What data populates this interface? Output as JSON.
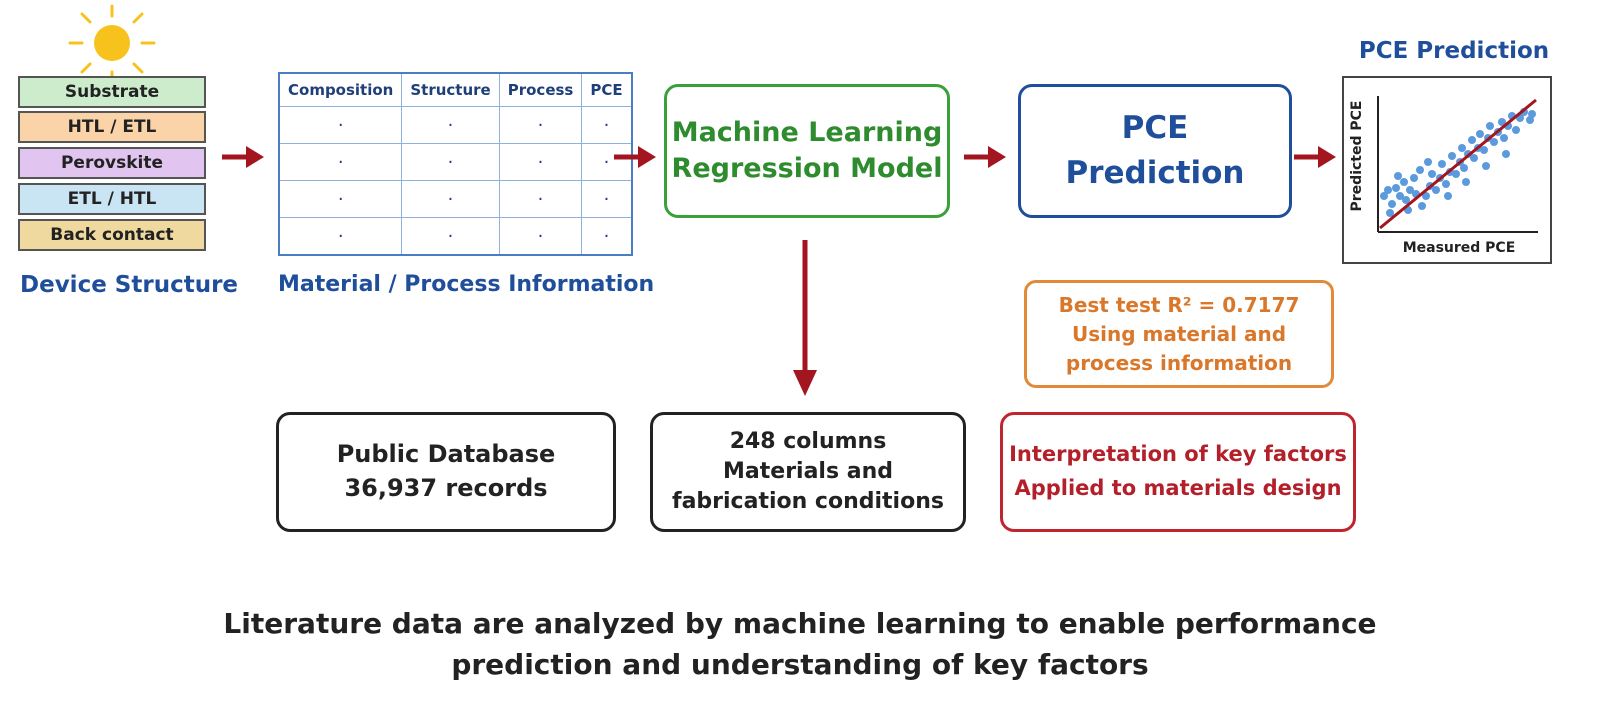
{
  "device": {
    "layers": [
      {
        "label": "Substrate",
        "color": "#cdeccc"
      },
      {
        "label": "HTL / ETL",
        "color": "#fbd3a9"
      },
      {
        "label": "Perovskite",
        "color": "#e1c4ef"
      },
      {
        "label": "ETL / HTL",
        "color": "#c9e4f3"
      },
      {
        "label": "Back contact",
        "color": "#efd99f"
      }
    ],
    "caption": "Device Structure"
  },
  "table": {
    "headers": [
      "Composition",
      "Structure",
      "Process",
      "PCE"
    ],
    "rows": [
      [
        "·",
        "·",
        "·",
        "·"
      ],
      [
        "·",
        "·",
        "·",
        "·"
      ],
      [
        "·",
        "·",
        "·",
        "·"
      ],
      [
        "·",
        "·",
        "·",
        "·"
      ]
    ],
    "caption": "Material / Process Information"
  },
  "ml_model": {
    "line1": "Machine Learning",
    "line2": "Regression Model"
  },
  "prediction_box": {
    "line1": "PCE",
    "line2": "Prediction"
  },
  "plot": {
    "title": "PCE Prediction",
    "xlabel": "Measured PCE",
    "ylabel": "Predicted PCE"
  },
  "r2_box": {
    "line1": "Best test R² = 0.7177",
    "line2": "Using material and",
    "line3": "process information"
  },
  "database_box": {
    "line1": "Public Database",
    "line2": "36,937 records"
  },
  "columns_box": {
    "line1": "248 columns",
    "line2": "Materials and",
    "line3": "fabrication conditions"
  },
  "interpret_box": {
    "line1": "Interpretation of key factors",
    "line2": "Applied to materials design"
  },
  "footer": {
    "line1": "Literature data are analyzed by machine learning to enable performance",
    "line2": "prediction and understanding of key factors"
  },
  "colors": {
    "arrow": "#a3151f",
    "blue": "#1f4e9a",
    "green": "#2e8b2e",
    "orange": "#d9772a",
    "red": "#b3202a",
    "sun": "#f7c21b"
  }
}
